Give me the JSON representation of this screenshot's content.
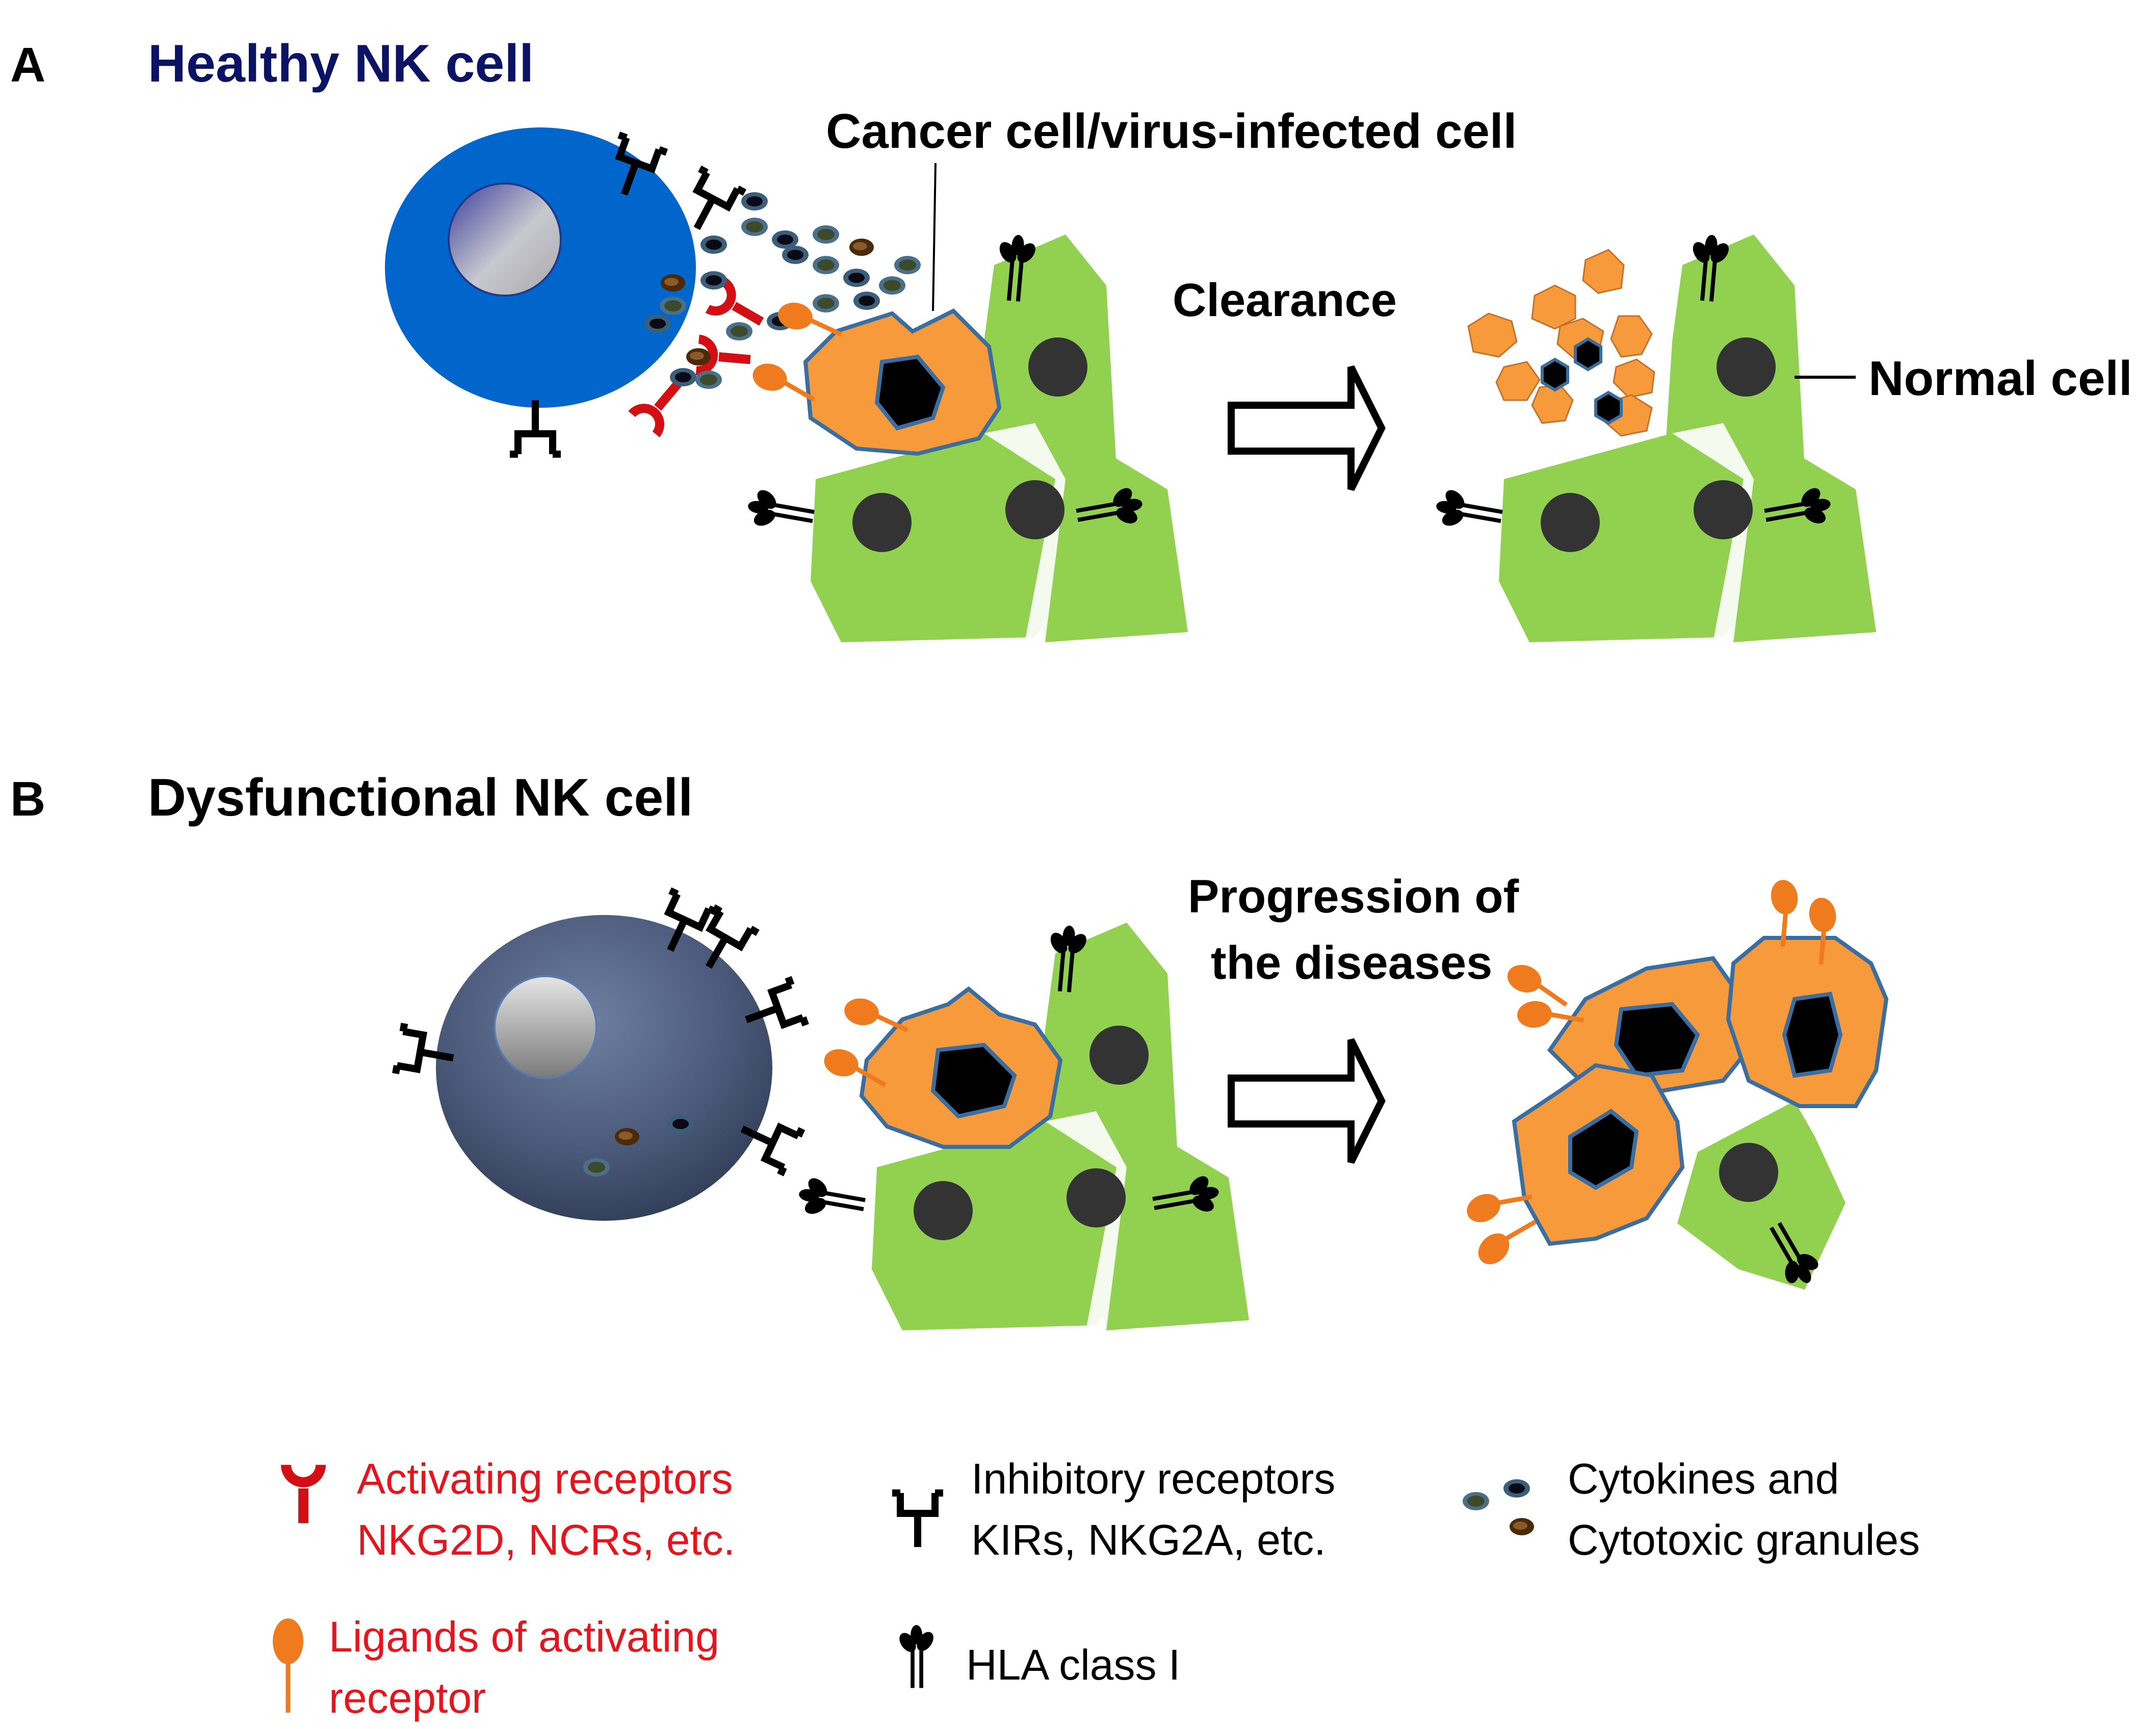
{
  "panel_a": {
    "letter": "A",
    "title": "Healthy NK cell",
    "callout_target": "Cancer cell/virus-infected cell",
    "arrow_label": "Clearance",
    "normal_cell_label": "Normal cell"
  },
  "panel_b": {
    "letter": "B",
    "title": "Dysfunctional NK cell",
    "arrow_label_line1": "Progression of",
    "arrow_label_line2": "the diseases"
  },
  "legend": {
    "activating_line1": "Activating receptors",
    "activating_line2": "NKG2D, NCRs, etc.",
    "inhibitory_line1": "Inhibitory receptors",
    "inhibitory_line2": "KIRs, NKG2A, etc.",
    "granules_line1": "Cytokines and",
    "granules_line2": "Cytotoxic granules",
    "ligands_line1": "Ligands of activating",
    "ligands_line2": "receptor",
    "hla": "HLA class I"
  },
  "colors": {
    "title_a": "#0b1464",
    "legend_red": "#e8141c",
    "nk_healthy": "#0066cc",
    "nk_dysfunctional": "#4a5a78",
    "normal_cell": "#92d050",
    "cancer_cell": "#f79a3c",
    "activating_receptor": "#d40f14",
    "ligand": "#f07a1e"
  }
}
